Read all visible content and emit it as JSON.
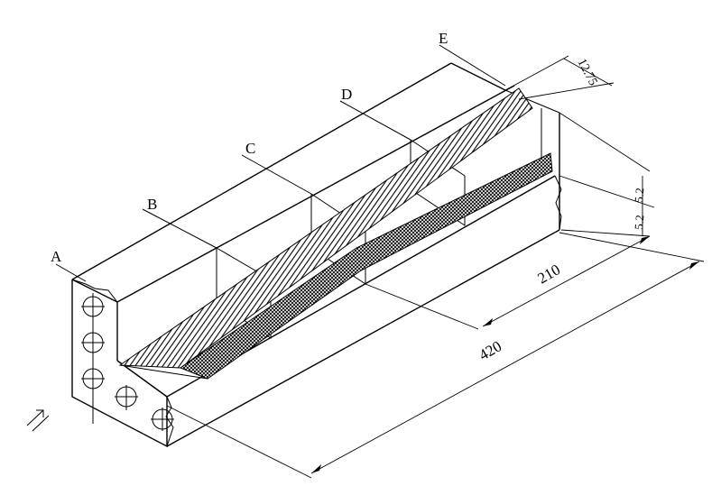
{
  "section_labels": [
    "A",
    "B",
    "C",
    "D",
    "E"
  ],
  "dimensions": {
    "total_length": "420",
    "half_length": "210",
    "top_width": "12.75",
    "height_upper": "5.2",
    "height_lower": "5.2"
  },
  "colors": {
    "line": "#000000",
    "background": "#ffffff",
    "hatch": "#000000"
  }
}
